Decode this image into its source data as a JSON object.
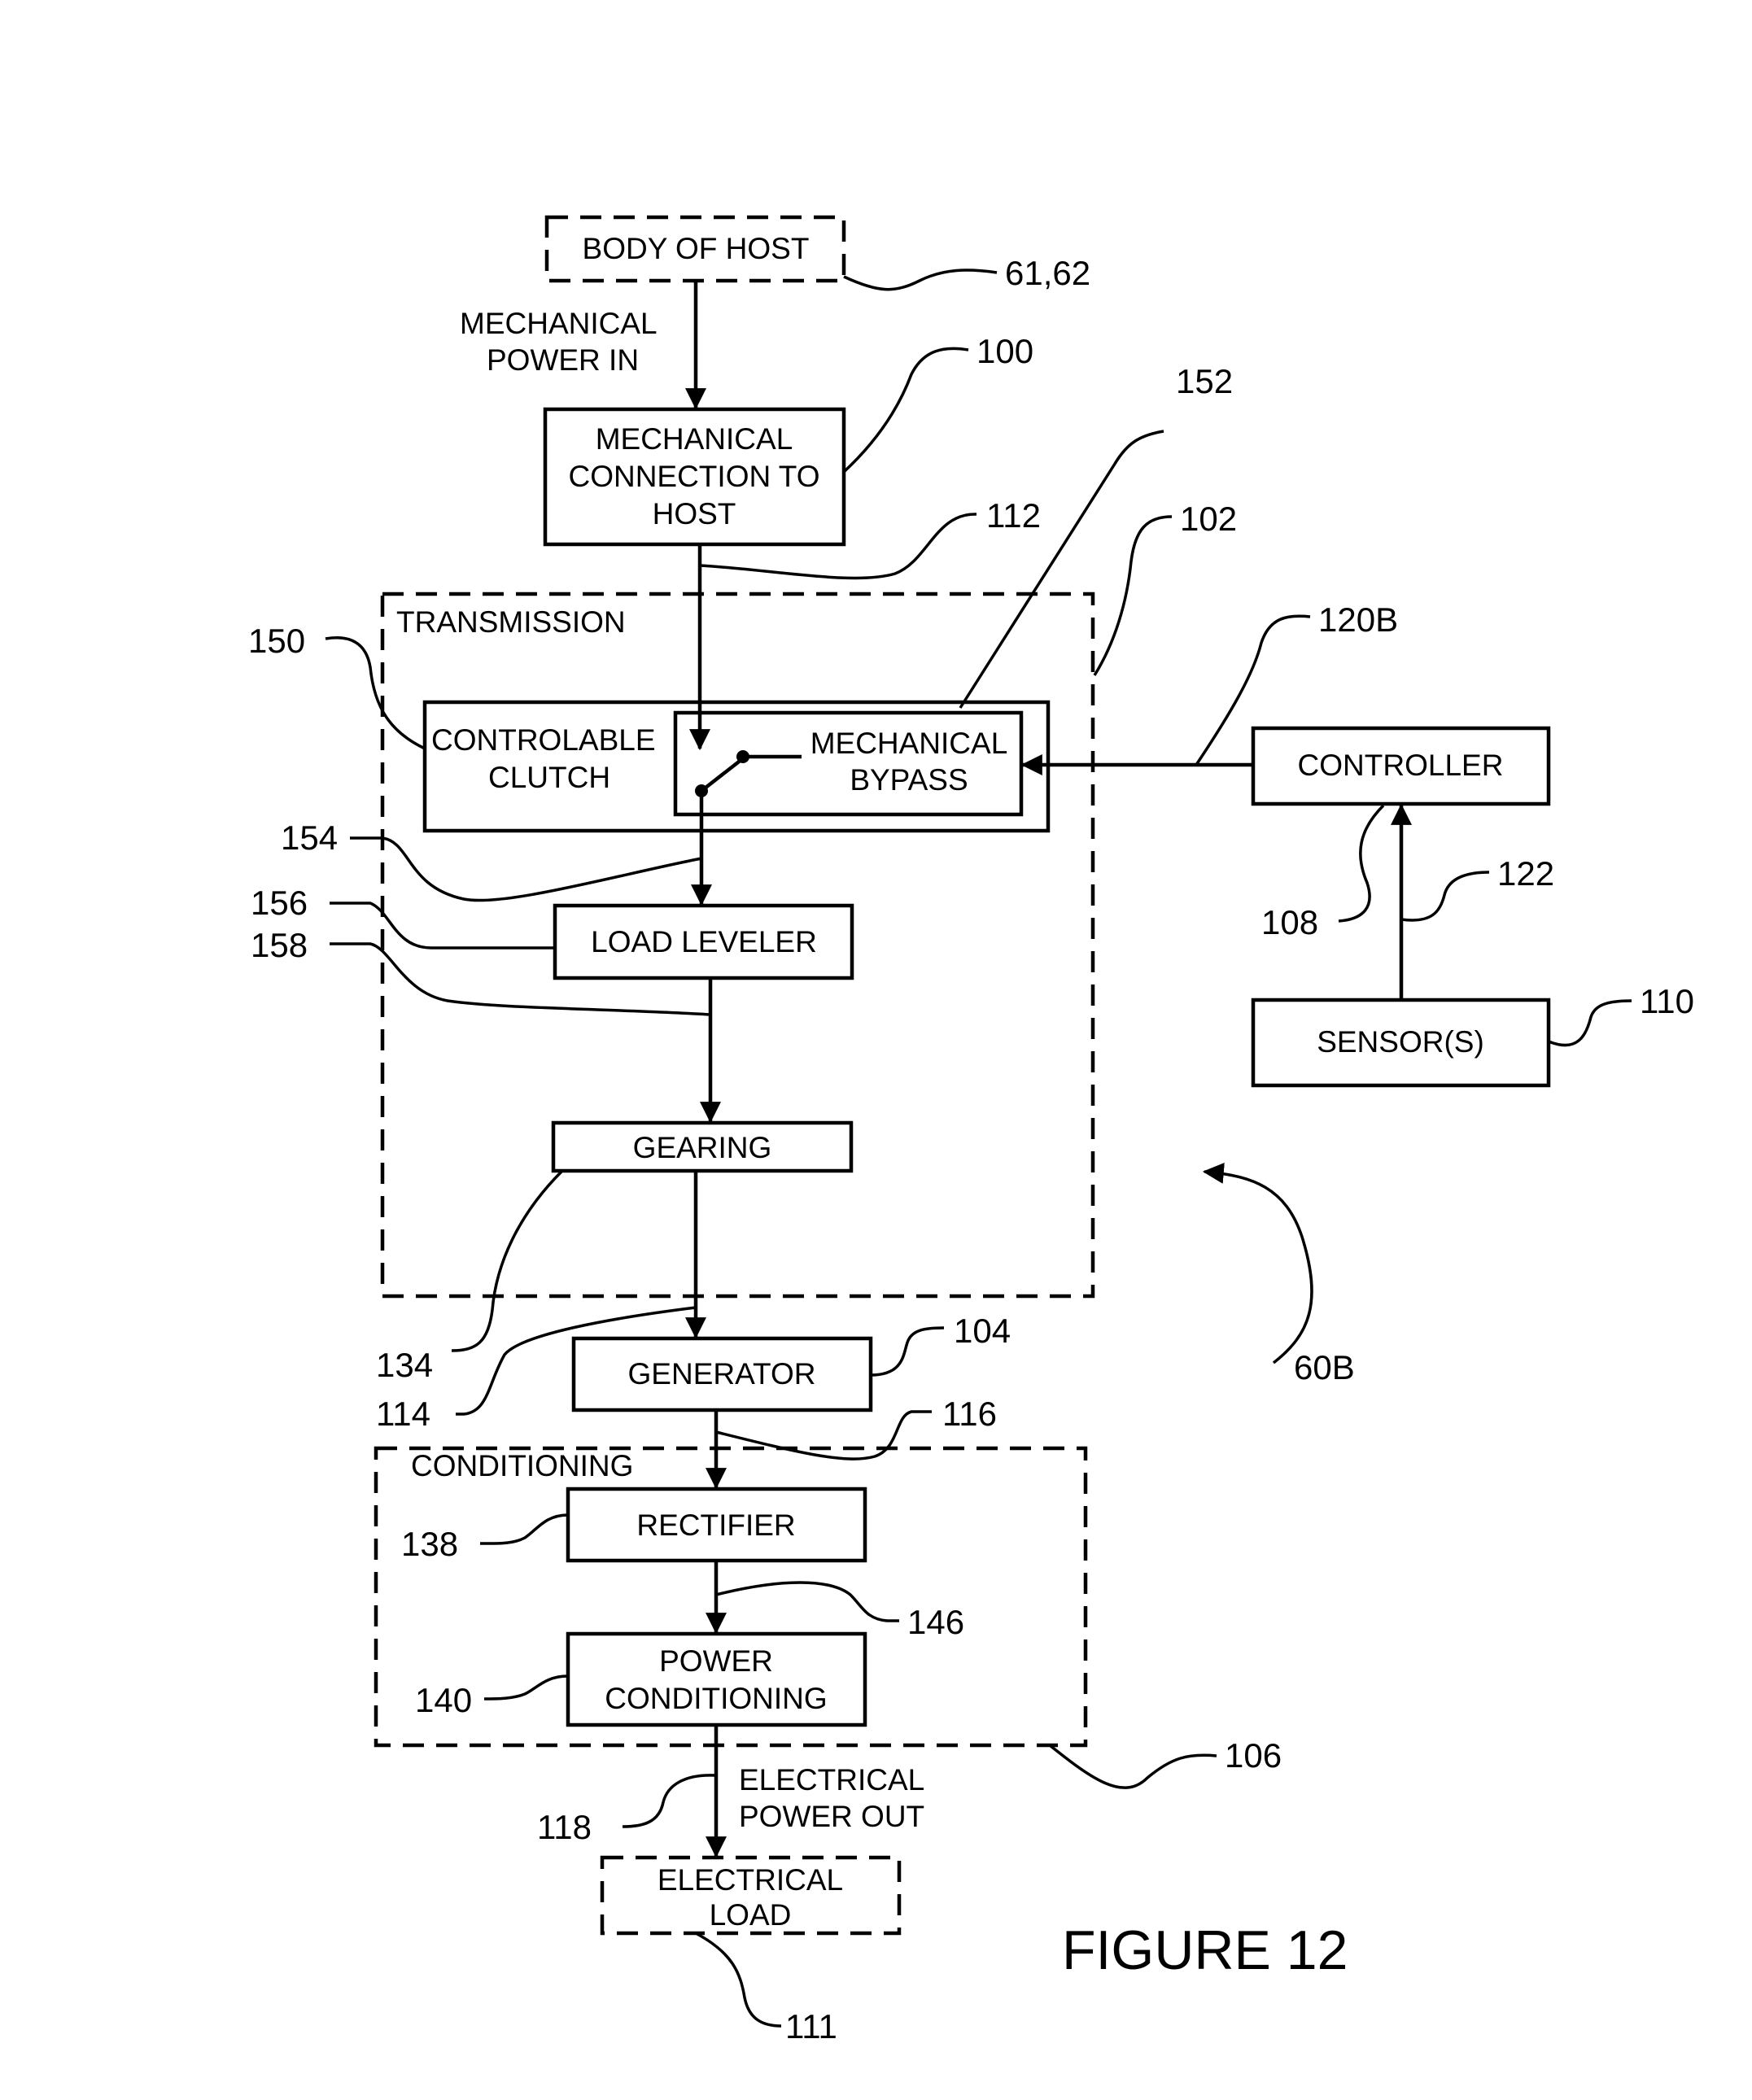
{
  "figure_label": "FIGURE 12",
  "blocks": {
    "body_of_host": "BODY OF  HOST",
    "mechanical_connection": [
      "MECHANICAL",
      "CONNECTION TO",
      "HOST"
    ],
    "transmission": "TRANSMISSION",
    "controllable_clutch": [
      "CONTROLABLE",
      "CLUTCH"
    ],
    "mechanical_bypass": [
      "MECHANICAL",
      "BYPASS"
    ],
    "load_leveler": "LOAD LEVELER",
    "gearing": "GEARING",
    "controller": "CONTROLLER",
    "sensors": "SENSOR(S)",
    "generator": "GENERATOR",
    "conditioning": "CONDITIONING",
    "rectifier": "RECTIFIER",
    "power_conditioning": [
      "POWER",
      "CONDITIONING"
    ],
    "electrical_load": [
      "ELECTRICAL",
      "LOAD"
    ]
  },
  "flow_labels": {
    "mechanical_power_in": [
      "MECHANICAL",
      "POWER IN"
    ],
    "electrical_power_out": [
      "ELECTRICAL",
      "POWER OUT"
    ]
  },
  "reference_numerals": {
    "host": "61,62",
    "mech_connection": "100",
    "bypass": "152",
    "shaft_112": "112",
    "transmission": "102",
    "controller_link": "120B",
    "clutch": "150",
    "n154": "154",
    "n156": "156",
    "n158": "158",
    "controller": "108",
    "sensor_link": "122",
    "sensors": "110",
    "gearing": "134",
    "shaft_114": "114",
    "generator": "104",
    "n116": "116",
    "system": "60B",
    "rectifier": "138",
    "n146": "146",
    "power_conditioning": "140",
    "conditioning": "106",
    "n118": "118",
    "load": "111"
  }
}
